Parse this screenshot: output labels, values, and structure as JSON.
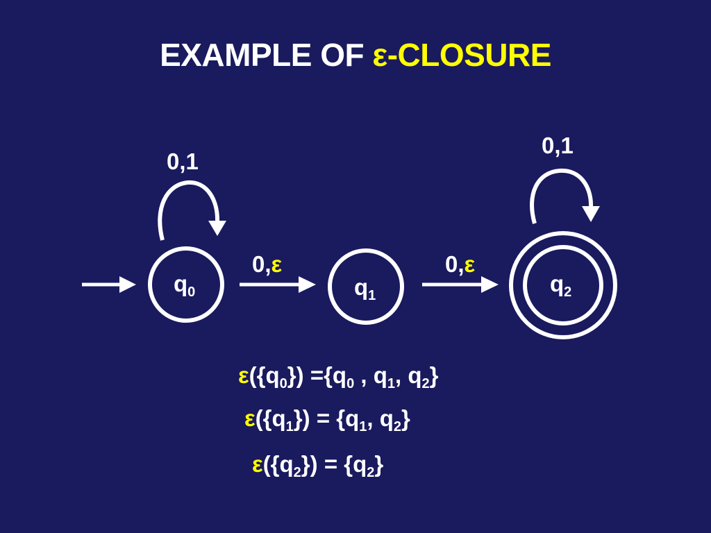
{
  "title": {
    "prefix": "EXAMPLE OF ",
    "highlight": "ε-CLOSURE"
  },
  "colors": {
    "background": "#1a1a5e",
    "foreground": "#ffffff",
    "accent": "#ffff00"
  },
  "states": [
    {
      "name": "q",
      "sub": "0",
      "accepting": false,
      "start": true
    },
    {
      "name": "q",
      "sub": "1",
      "accepting": false,
      "start": false
    },
    {
      "name": "q",
      "sub": "2",
      "accepting": true,
      "start": false
    }
  ],
  "self_loops": [
    {
      "state": "q0",
      "label": "0,1"
    },
    {
      "state": "q2",
      "label": "0,1"
    }
  ],
  "transitions": [
    {
      "from": "q0",
      "to": "q1",
      "label_main": "0,",
      "label_eps": "ε"
    },
    {
      "from": "q1",
      "to": "q2",
      "label_main": "0,",
      "label_eps": "ε"
    }
  ],
  "closures": [
    {
      "eps": "ε",
      "lhs_open": "({q",
      "lhs_sub": "0",
      "lhs_close": "})",
      "equals": "=",
      "rhs": [
        {
          "t": "{q",
          "s": "0"
        },
        {
          "t": " , q",
          "s": "1"
        },
        {
          "t": ", q",
          "s": "2"
        }
      ],
      "rhs_close": "}"
    },
    {
      "eps": "ε",
      "lhs_open": "({q",
      "lhs_sub": "1",
      "lhs_close": "})",
      "equals": "=",
      "rhs": [
        {
          "t": "{q",
          "s": "1"
        },
        {
          "t": ", q",
          "s": "2"
        }
      ],
      "rhs_close": "}"
    },
    {
      "eps": "ε",
      "lhs_open": "({q",
      "lhs_sub": "2",
      "lhs_close": "})",
      "equals": "=",
      "rhs": [
        {
          "t": "{q",
          "s": "2"
        }
      ],
      "rhs_close": "}"
    }
  ]
}
